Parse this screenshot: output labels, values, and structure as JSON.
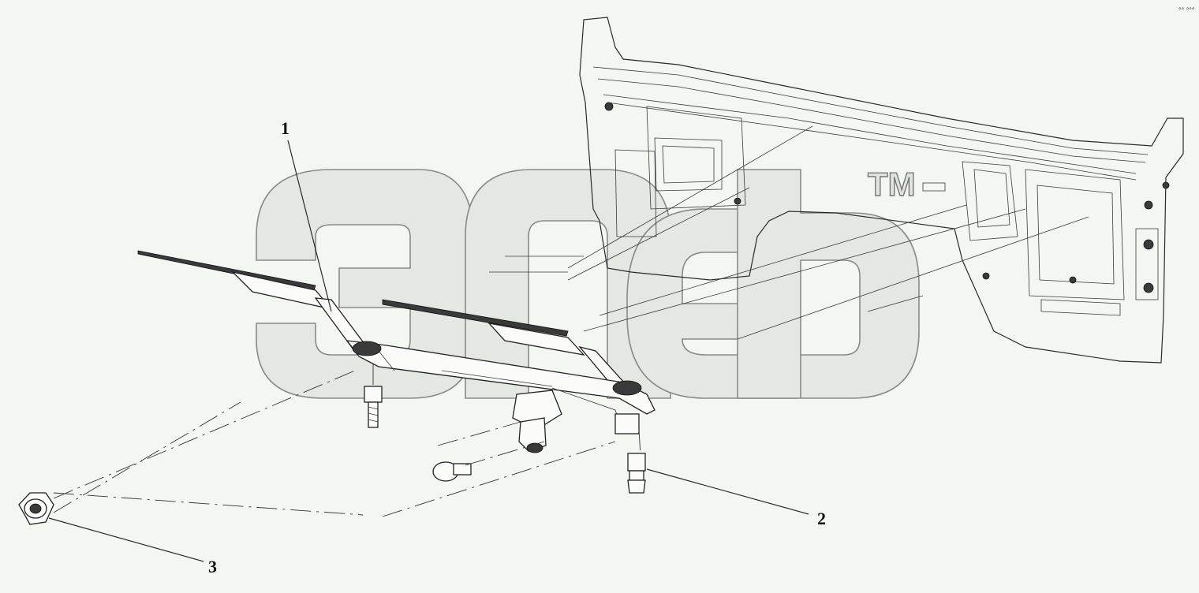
{
  "watermark": {
    "brand": "эпер",
    "trademark": "TM"
  },
  "callouts": [
    {
      "id": "1",
      "label": "1"
    },
    {
      "id": "2",
      "label": "2"
    },
    {
      "id": "3",
      "label": "3"
    }
  ],
  "corner_mark": "°° °°°",
  "parts": [
    {
      "callout": "1",
      "name": "wiper-linkage-assembly"
    },
    {
      "callout": "2",
      "name": "bolt"
    },
    {
      "callout": "3",
      "name": "nut"
    }
  ]
}
